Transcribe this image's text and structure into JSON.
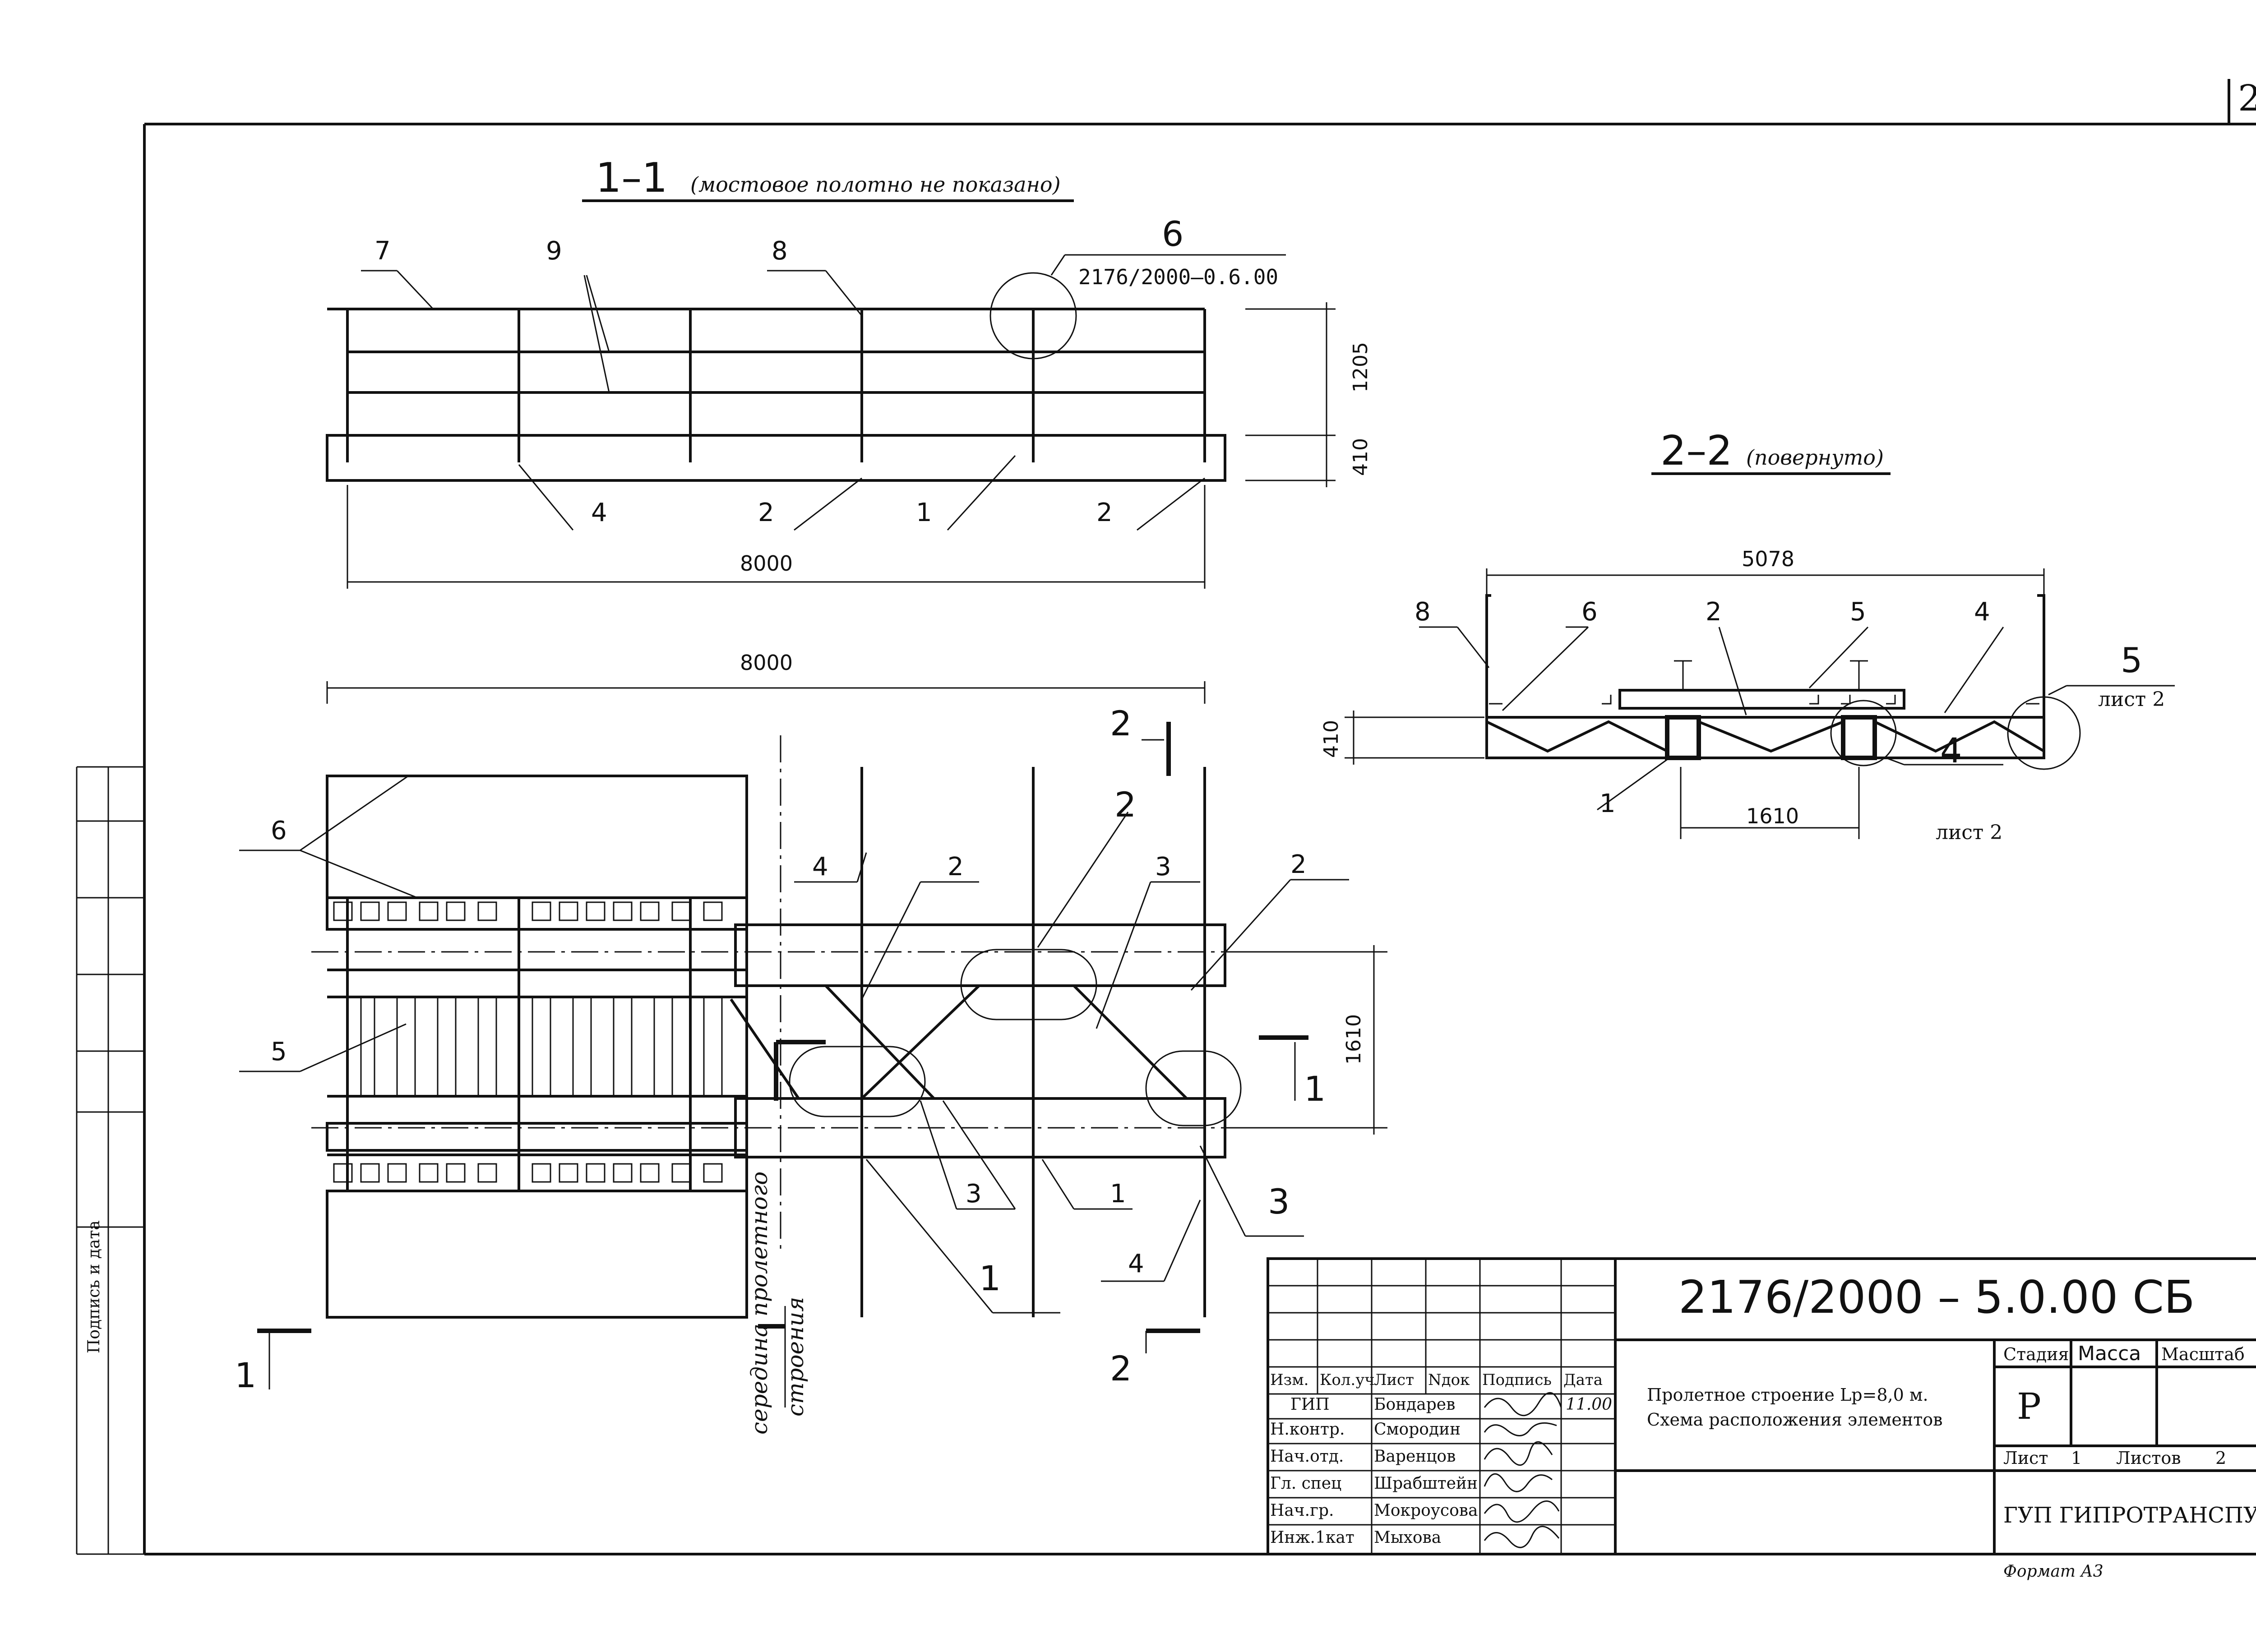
{
  "sheet": {
    "page_number": "2",
    "format_note": "Формат А3"
  },
  "view_1_1": {
    "title": "1–1",
    "subtitle": "(мостовое полотно не показано)",
    "labels": {
      "l7": "7",
      "l9": "9",
      "l8": "8",
      "l6": "6",
      "l4": "4",
      "l2a": "2",
      "l1": "1",
      "l2b": "2"
    },
    "reference": "2176/2000–0.6.00",
    "dims": {
      "length": "8000",
      "h_upper": "1205",
      "h_lower": "410"
    }
  },
  "view_2_2": {
    "title": "2–2",
    "subtitle": "(повернуто)",
    "labels": {
      "l8": "8",
      "l6": "6",
      "l2": "2",
      "l5": "5",
      "l4": "4",
      "l1": "1",
      "l5b": "5",
      "l4b": "4"
    },
    "callouts": {
      "sheet5": "лист 2",
      "sheet4": "лист 2"
    },
    "dims": {
      "width": "5078",
      "height": "410",
      "gauge": "1610"
    }
  },
  "plan": {
    "dims": {
      "length": "8000",
      "gauge": "1610"
    },
    "labels": {
      "l6": "6",
      "l5": "5",
      "l4a": "4",
      "l2a": "2",
      "l2b": "2",
      "l3a": "3",
      "l2c": "2",
      "l3b": "3",
      "l1a": "1",
      "l3c": "3",
      "l1b": "1",
      "l4b": "4"
    },
    "section_marks": {
      "s2top": "2",
      "s2bot": "2",
      "s1left": "1",
      "s1right": "1"
    },
    "middle_note_1": "середина пролетного",
    "middle_note_2": "строения"
  },
  "side_stamp": {
    "text": "Подпись и дата"
  },
  "title_block": {
    "code": "2176/2000 – 5.0.00 СБ",
    "headers": {
      "izm": "Изм.",
      "kol": "Кол.уч",
      "list": "Лист",
      "ndok": "Nдок",
      "podpis": "Подпись",
      "data": "Дата"
    },
    "rows": [
      {
        "role": "ГИП",
        "name": "Бондарев",
        "date": "11.00"
      },
      {
        "role": "Н.контр.",
        "name": "Смородин",
        "date": ""
      },
      {
        "role": "Нач.отд.",
        "name": "Варенцов",
        "date": ""
      },
      {
        "role": "Гл. спец",
        "name": "Шрабштейн",
        "date": ""
      },
      {
        "role": "Нач.гр.",
        "name": "Мокроусова",
        "date": ""
      },
      {
        "role": "Инж.1кат",
        "name": "Мыхова",
        "date": ""
      }
    ],
    "description_1": "Пролетное строение Lр=8,0 м.",
    "description_2": "Схема расположения элементов",
    "stage_label": "Стадия",
    "mass_label": "Масса",
    "scale_label": "Масштаб",
    "stage_value": "Р",
    "sheet_label": "Лист",
    "sheet_value": "1",
    "sheets_label": "Листов",
    "sheets_value": "2",
    "organization": "ГУП ГИПРОТРАНСПУТЬ"
  }
}
